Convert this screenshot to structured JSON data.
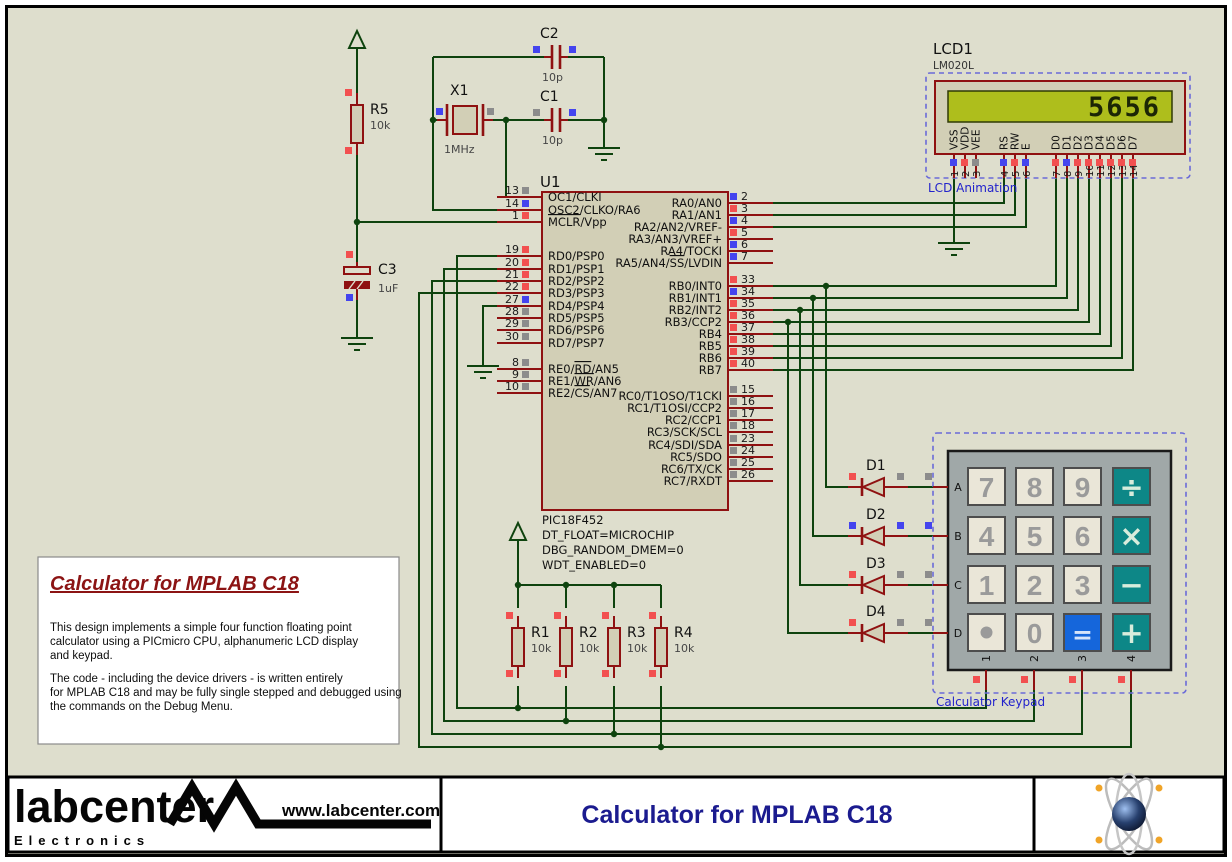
{
  "colors": {
    "background": "#dedecd",
    "component_outline": "#8f1111",
    "wire_green": "#0e430e",
    "body_fill": "#d2cfb6",
    "state_red": "#f25050",
    "state_blue": "#4444ee",
    "state_gray": "#8c8c8c",
    "annotation_blue": "#2222cc",
    "dashed_border": "#6a6ad8",
    "lcd_screen": "#aebe1c",
    "keypad_bg": "#a0a8a8",
    "keypad_teal": "#0d8787",
    "keypad_blue": "#1566db",
    "bottom_title_blue": "#1b1b8f",
    "description_title_red": "#8c1414"
  },
  "description_box": {
    "title": "Calculator for MPLAB C18",
    "lines": [
      "This design implements a simple four function floating point",
      "calculator using a PICmicro CPU,  alphanumeric LCD display",
      "and keypad.",
      "The code - including the device drivers - is  written entirely",
      "for MPLAB C18 and may be fully single stepped and debugged using",
      "the commands on the Debug Menu."
    ]
  },
  "title_block": {
    "brand": "labcenter",
    "brand_sub": "Electronics",
    "website": "www.labcenter.com",
    "title": "Calculator for MPLAB C18"
  },
  "u1": {
    "ref": "U1",
    "part": "PIC18F452",
    "properties": [
      "DT_FLOAT=MICROCHIP",
      "DBG_RANDOM_DMEM=0",
      "WDT_ENABLED=0"
    ],
    "left_pins": [
      {
        "num": "13",
        "state": "gray",
        "label": [
          {
            "t": "OC1/CLKI"
          }
        ]
      },
      {
        "num": "14",
        "state": "blue",
        "label": [
          {
            "t": "OSC2/CLKO/RA6"
          }
        ]
      },
      {
        "num": "1",
        "state": "red",
        "label": [
          {
            "t": "MCLR",
            "over": true
          },
          {
            "t": "/Vpp"
          }
        ]
      },
      {
        "num": "19",
        "state": "red",
        "label": [
          {
            "t": "RD0/PSP0"
          }
        ]
      },
      {
        "num": "20",
        "state": "red",
        "label": [
          {
            "t": "RD1/PSP1"
          }
        ]
      },
      {
        "num": "21",
        "state": "red",
        "label": [
          {
            "t": "RD2/PSP2"
          }
        ]
      },
      {
        "num": "22",
        "state": "red",
        "label": [
          {
            "t": "RD3/PSP3"
          }
        ]
      },
      {
        "num": "27",
        "state": "blue",
        "label": [
          {
            "t": "RD4/PSP4"
          }
        ]
      },
      {
        "num": "28",
        "state": "gray",
        "label": [
          {
            "t": "RD5/PSP5"
          }
        ]
      },
      {
        "num": "29",
        "state": "gray",
        "label": [
          {
            "t": "RD6/PSP6"
          }
        ]
      },
      {
        "num": "30",
        "state": "gray",
        "label": [
          {
            "t": "RD7/PSP7"
          }
        ]
      },
      {
        "num": "8",
        "state": "gray",
        "label": [
          {
            "t": "RE0/"
          },
          {
            "t": "RD",
            "over": true
          },
          {
            "t": "/AN5"
          }
        ]
      },
      {
        "num": "9",
        "state": "gray",
        "label": [
          {
            "t": "RE1/"
          },
          {
            "t": "WR",
            "over": true
          },
          {
            "t": "/AN6"
          }
        ]
      },
      {
        "num": "10",
        "state": "gray",
        "label": [
          {
            "t": "RE2/"
          },
          {
            "t": "CS",
            "over": true
          },
          {
            "t": "/AN7"
          }
        ]
      }
    ],
    "right_pins": [
      {
        "num": "2",
        "state": "blue",
        "label": [
          {
            "t": "RA0/AN0"
          }
        ]
      },
      {
        "num": "3",
        "state": "red",
        "label": [
          {
            "t": "RA1/AN1"
          }
        ]
      },
      {
        "num": "4",
        "state": "blue",
        "label": [
          {
            "t": "RA2/AN2/VREF-"
          }
        ]
      },
      {
        "num": "5",
        "state": "red",
        "label": [
          {
            "t": "RA3/AN3/VREF+"
          }
        ]
      },
      {
        "num": "6",
        "state": "blue",
        "label": [
          {
            "t": "RA4/TOCKI"
          }
        ]
      },
      {
        "num": "7",
        "state": "blue",
        "label": [
          {
            "t": "RA5/AN4/"
          },
          {
            "t": "SS",
            "over": true
          },
          {
            "t": "/LVDIN"
          }
        ]
      },
      {
        "num": "33",
        "state": "red",
        "label": [
          {
            "t": "RB0/INT0"
          }
        ]
      },
      {
        "num": "34",
        "state": "blue",
        "label": [
          {
            "t": "RB1/INT1"
          }
        ]
      },
      {
        "num": "35",
        "state": "red",
        "label": [
          {
            "t": "RB2/INT2"
          }
        ]
      },
      {
        "num": "36",
        "state": "red",
        "label": [
          {
            "t": "RB3/CCP2"
          }
        ]
      },
      {
        "num": "37",
        "state": "red",
        "label": [
          {
            "t": "RB4"
          }
        ]
      },
      {
        "num": "38",
        "state": "red",
        "label": [
          {
            "t": "RB5"
          }
        ]
      },
      {
        "num": "39",
        "state": "red",
        "label": [
          {
            "t": "RB6"
          }
        ]
      },
      {
        "num": "40",
        "state": "red",
        "label": [
          {
            "t": "RB7"
          }
        ]
      },
      {
        "num": "15",
        "state": "gray",
        "label": [
          {
            "t": "RC0/T1OSO/T1CKI"
          }
        ]
      },
      {
        "num": "16",
        "state": "gray",
        "label": [
          {
            "t": "RC1/T1OSI/CCP2"
          }
        ]
      },
      {
        "num": "17",
        "state": "gray",
        "label": [
          {
            "t": "RC2/CCP1"
          }
        ]
      },
      {
        "num": "18",
        "state": "gray",
        "label": [
          {
            "t": "RC3/SCK/SCL"
          }
        ]
      },
      {
        "num": "23",
        "state": "gray",
        "label": [
          {
            "t": "RC4/SDI/SDA"
          }
        ]
      },
      {
        "num": "24",
        "state": "gray",
        "label": [
          {
            "t": "RC5/SDO"
          }
        ]
      },
      {
        "num": "25",
        "state": "gray",
        "label": [
          {
            "t": "RC6/TX/CK"
          }
        ]
      },
      {
        "num": "26",
        "state": "gray",
        "label": [
          {
            "t": "RC7/RXDT"
          }
        ]
      }
    ]
  },
  "lcd": {
    "ref": "LCD1",
    "part": "LM020L",
    "display": "5656",
    "annotation": "LCD Animation",
    "pins": [
      {
        "num": "1",
        "name": "VSS",
        "state": "blue"
      },
      {
        "num": "2",
        "name": "VDD",
        "state": "red"
      },
      {
        "num": "3",
        "name": "VEE",
        "state": "gray"
      },
      {
        "num": "4",
        "name": "RS",
        "state": "blue"
      },
      {
        "num": "5",
        "name": "RW",
        "state": "red"
      },
      {
        "num": "6",
        "name": "E",
        "state": "blue"
      },
      {
        "num": "7",
        "name": "D0",
        "state": "red"
      },
      {
        "num": "8",
        "name": "D1",
        "state": "blue"
      },
      {
        "num": "9",
        "name": "D2",
        "state": "red"
      },
      {
        "num": "10",
        "name": "D3",
        "state": "red"
      },
      {
        "num": "11",
        "name": "D4",
        "state": "red"
      },
      {
        "num": "12",
        "name": "D5",
        "state": "red"
      },
      {
        "num": "13",
        "name": "D6",
        "state": "red"
      },
      {
        "num": "14",
        "name": "D7",
        "state": "red"
      }
    ]
  },
  "keypad": {
    "annotation": "Calculator Keypad",
    "rows": [
      {
        "label": "A",
        "state": "gray"
      },
      {
        "label": "B",
        "state": "blue"
      },
      {
        "label": "C",
        "state": "gray"
      },
      {
        "label": "D",
        "state": "gray"
      }
    ],
    "cols": [
      {
        "label": "1",
        "state": "red"
      },
      {
        "label": "2",
        "state": "red"
      },
      {
        "label": "3",
        "state": "red"
      },
      {
        "label": "4",
        "state": "red"
      }
    ],
    "buttons": [
      [
        {
          "label": "7",
          "style": "num"
        },
        {
          "label": "8",
          "style": "num"
        },
        {
          "label": "9",
          "style": "num"
        },
        {
          "label": "÷",
          "style": "teal"
        }
      ],
      [
        {
          "label": "4",
          "style": "num"
        },
        {
          "label": "5",
          "style": "num"
        },
        {
          "label": "6",
          "style": "num"
        },
        {
          "label": "×",
          "style": "teal"
        }
      ],
      [
        {
          "label": "1",
          "style": "num"
        },
        {
          "label": "2",
          "style": "num"
        },
        {
          "label": "3",
          "style": "num"
        },
        {
          "label": "−",
          "style": "teal"
        }
      ],
      [
        {
          "label": "●",
          "style": "num"
        },
        {
          "label": "0",
          "style": "num"
        },
        {
          "label": "=",
          "style": "blue"
        },
        {
          "label": "+",
          "style": "teal"
        }
      ]
    ]
  },
  "resistors": [
    {
      "ref": "R5",
      "value": "10k",
      "states": [
        "red",
        "red"
      ]
    },
    {
      "ref": "R1",
      "value": "10k",
      "states": [
        "red",
        "red"
      ]
    },
    {
      "ref": "R2",
      "value": "10k",
      "states": [
        "red",
        "red"
      ]
    },
    {
      "ref": "R3",
      "value": "10k",
      "states": [
        "red",
        "red"
      ]
    },
    {
      "ref": "R4",
      "value": "10k",
      "states": [
        "red",
        "red"
      ]
    }
  ],
  "capacitors": [
    {
      "ref": "C2",
      "value": "10p",
      "states": [
        "blue",
        "blue"
      ]
    },
    {
      "ref": "C1",
      "value": "10p",
      "states": [
        "gray",
        "blue"
      ]
    },
    {
      "ref": "C3",
      "value": "1uF",
      "states": [
        "red",
        "blue"
      ]
    }
  ],
  "crystal": {
    "ref": "X1",
    "value": "1MHz",
    "states": [
      "blue",
      "gray"
    ]
  },
  "diodes": [
    {
      "ref": "D1",
      "states": [
        "red",
        "gray",
        "gray"
      ]
    },
    {
      "ref": "D2",
      "states": [
        "blue",
        "blue",
        "blue"
      ]
    },
    {
      "ref": "D3",
      "states": [
        "red",
        "gray",
        "gray"
      ]
    },
    {
      "ref": "D4",
      "states": [
        "red",
        "gray",
        "gray"
      ]
    }
  ]
}
